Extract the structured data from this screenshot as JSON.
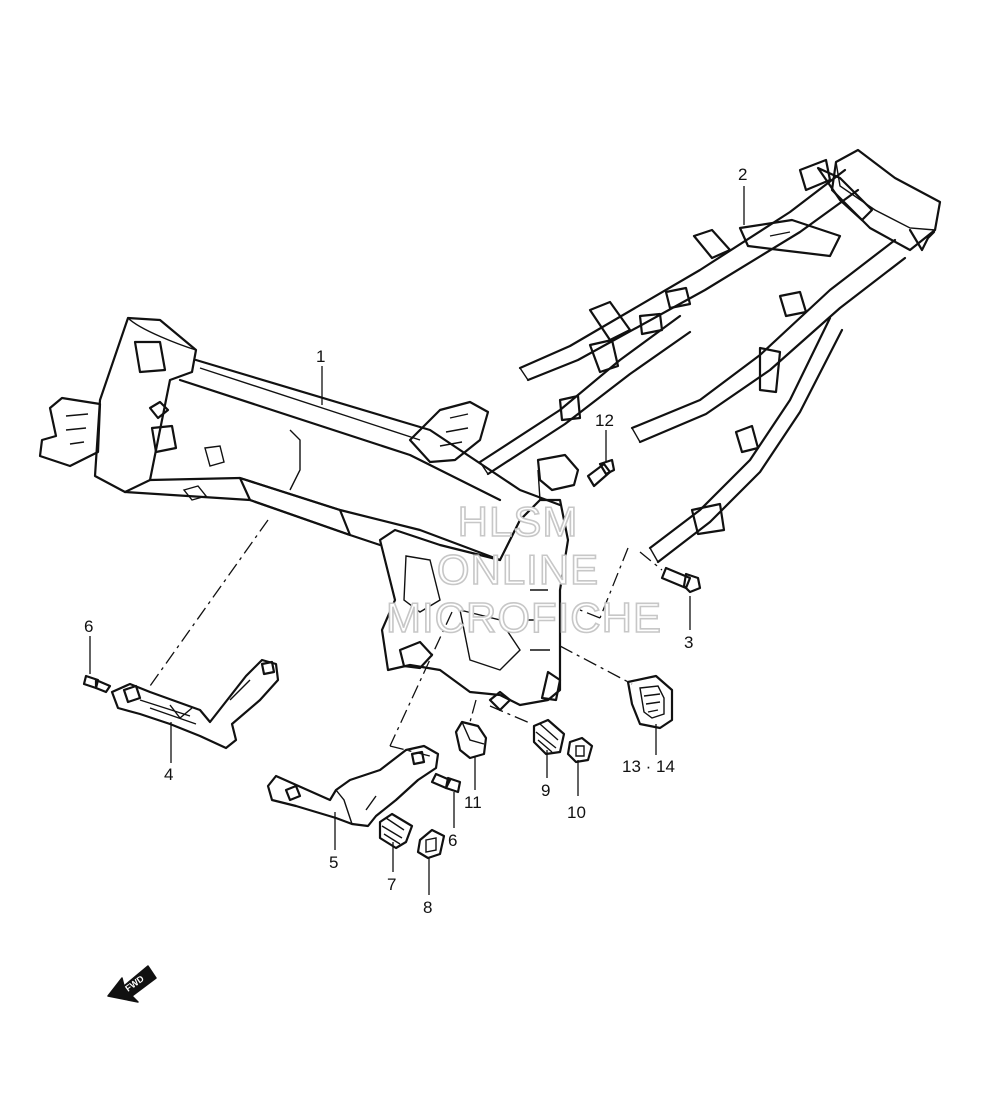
{
  "callouts": {
    "c1": "1",
    "c2": "2",
    "c3": "3",
    "c4": "4",
    "c5": "5",
    "c6a": "6",
    "c6b": "6",
    "c7": "7",
    "c8": "8",
    "c9": "9",
    "c10": "10",
    "c11": "11",
    "c12": "12",
    "c13": "13 · 14"
  },
  "watermark": {
    "line1": "HLSM",
    "line2": "ONLINE",
    "line3": "MICROFICHE"
  },
  "fwd_arrow": {
    "label": "FWD"
  }
}
